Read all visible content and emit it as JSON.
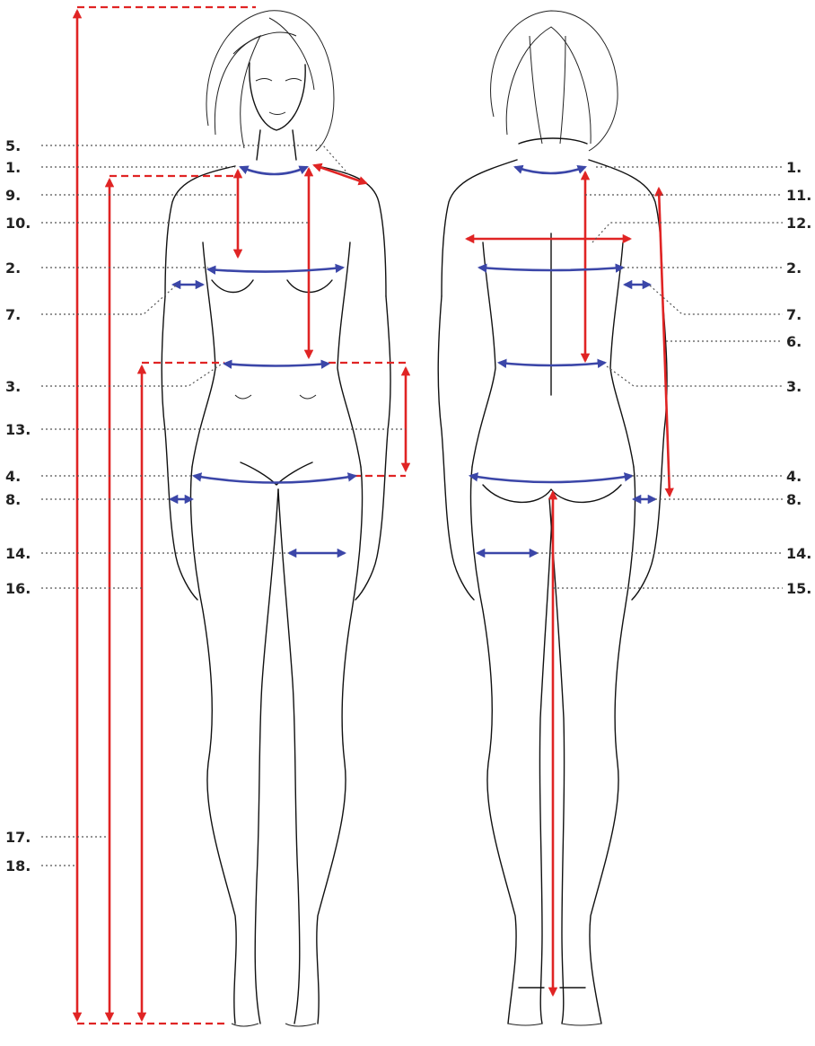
{
  "front_labels": [
    {
      "text": "5."
    },
    {
      "text": "1."
    },
    {
      "text": "9."
    },
    {
      "text": "10."
    },
    {
      "text": "2."
    },
    {
      "text": "7."
    },
    {
      "text": "3."
    },
    {
      "text": "13."
    },
    {
      "text": "4."
    },
    {
      "text": "8."
    },
    {
      "text": "14."
    },
    {
      "text": "16."
    },
    {
      "text": "17."
    },
    {
      "text": "18."
    }
  ],
  "back_labels": [
    {
      "text": "1."
    },
    {
      "text": "11."
    },
    {
      "text": "12."
    },
    {
      "text": "2."
    },
    {
      "text": "7."
    },
    {
      "text": "6."
    },
    {
      "text": "3."
    },
    {
      "text": "4."
    },
    {
      "text": "8."
    },
    {
      "text": "14."
    },
    {
      "text": "15."
    }
  ],
  "colors": {
    "length_arrow": "#e02424",
    "circumference_arrow": "#3b46a8",
    "outline": "#111111"
  }
}
